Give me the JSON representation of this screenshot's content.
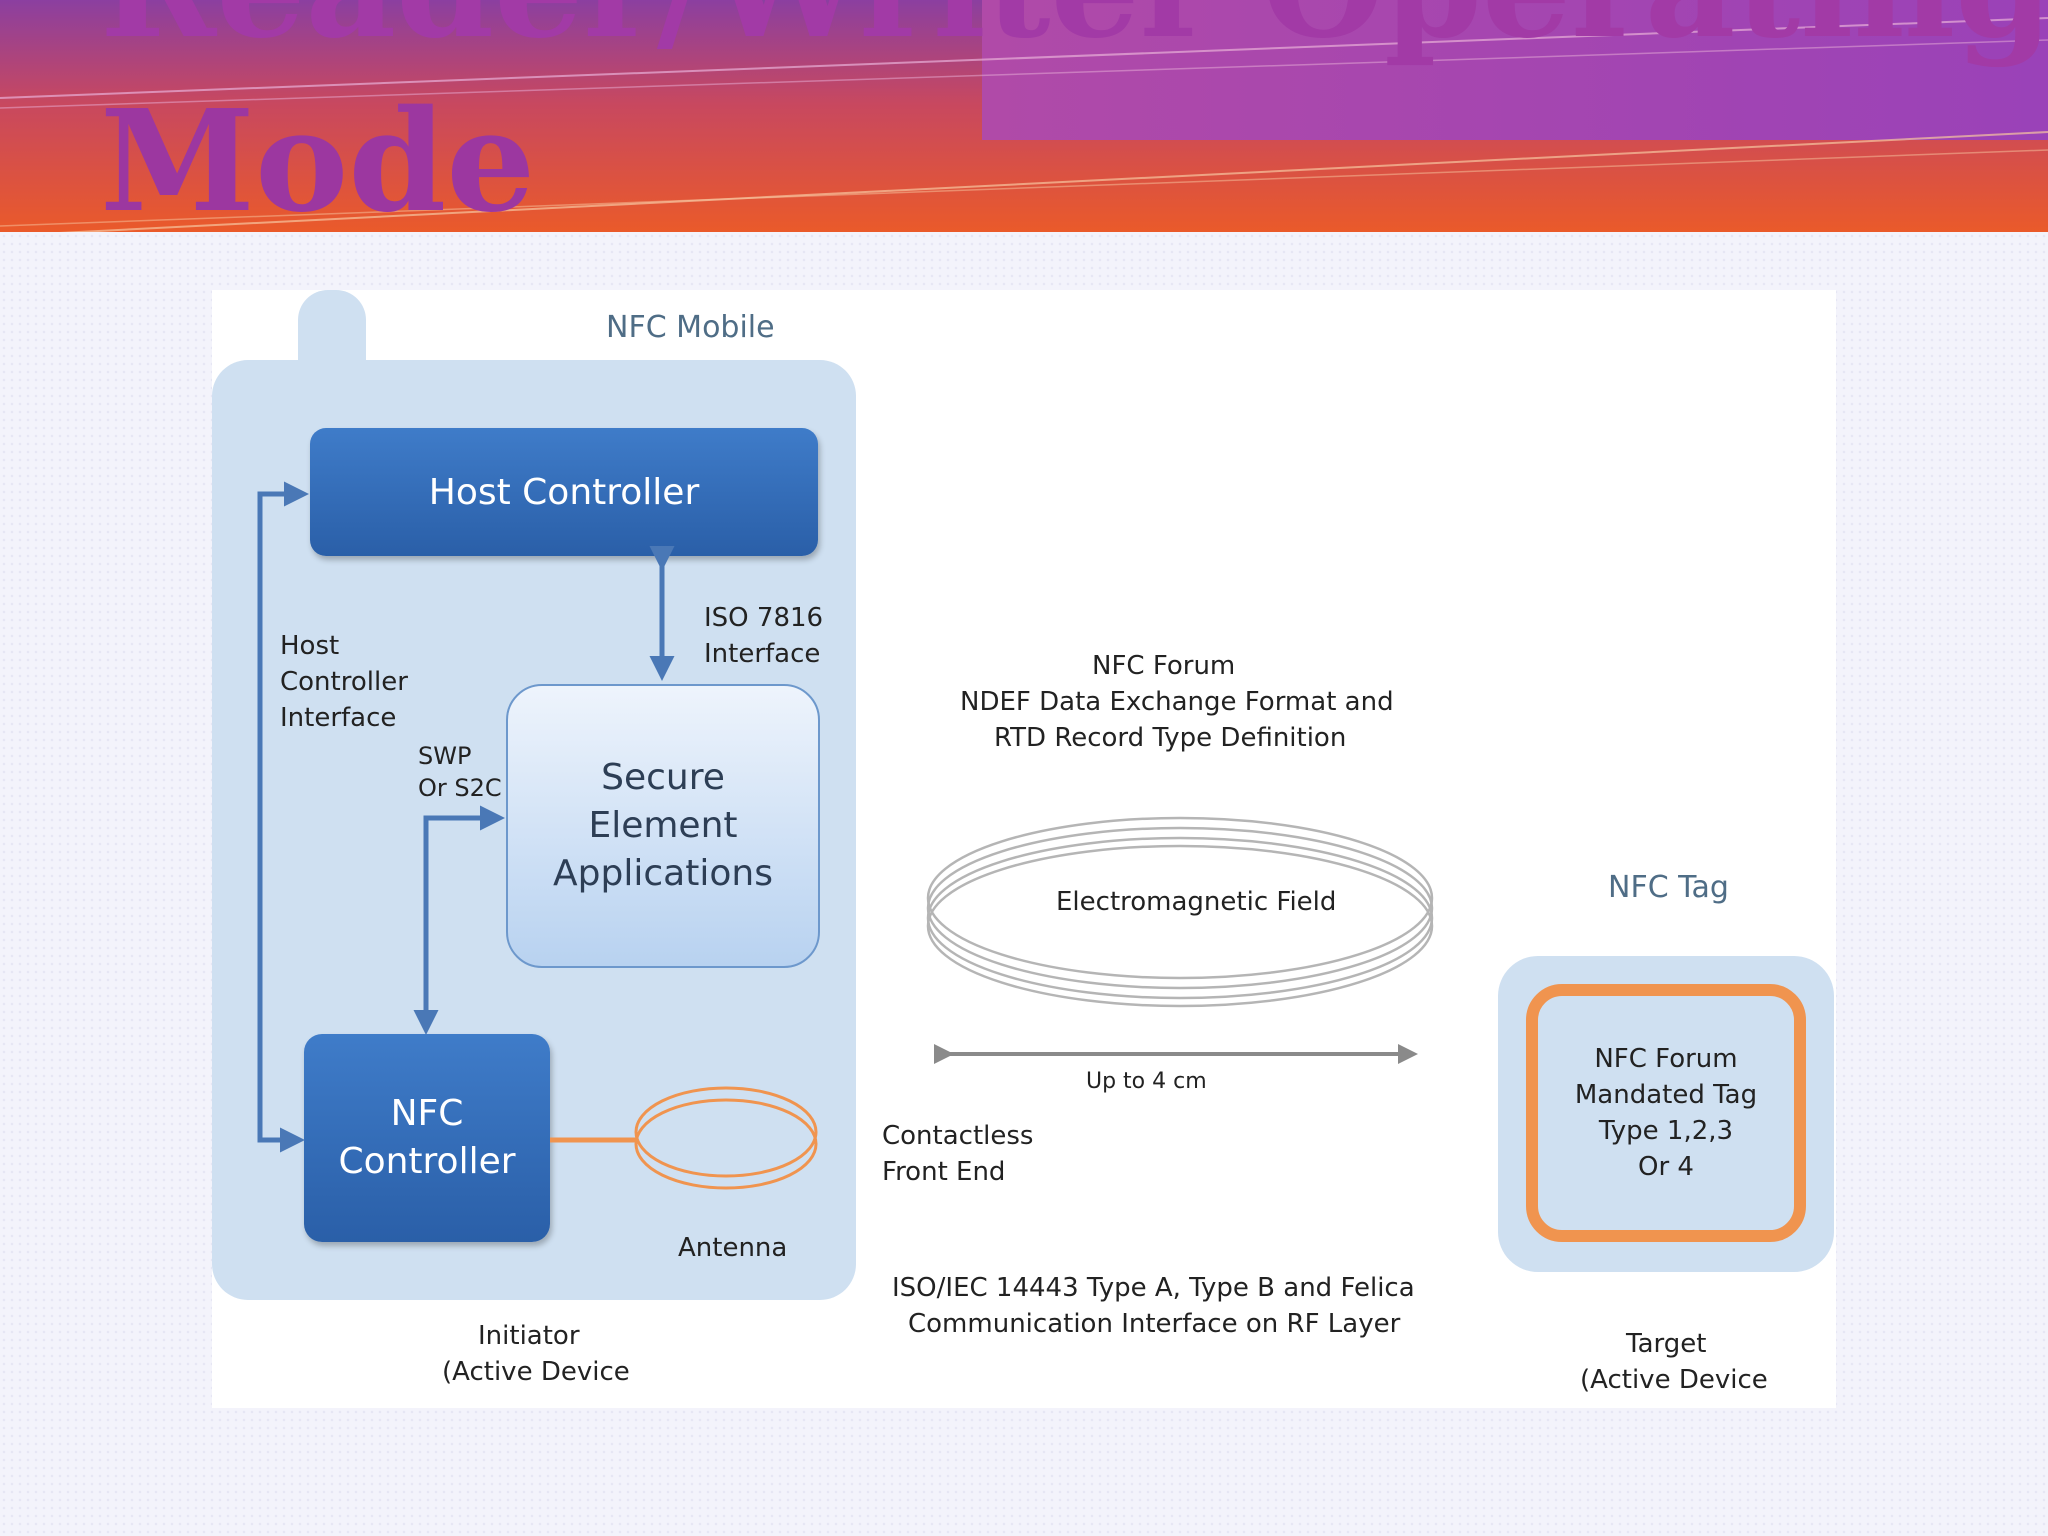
{
  "slide": {
    "title_line1": "Reader/Writer Operating",
    "title_line2": "Mode"
  },
  "colors": {
    "block_blue": "#2f69b3",
    "phone_body": "#cfe0f1",
    "antenna_orange": "#f0944f",
    "header_orange": "#ea5a2a",
    "header_purple": "#9a42b8"
  },
  "diagram": {
    "nfc_mobile_label": "NFC Mobile",
    "host_controller": "Host Controller",
    "iso7816_line1": "ISO 7816",
    "iso7816_line2": "Interface",
    "hci_line1": "Host",
    "hci_line2": "Controller",
    "hci_line3": "Interface",
    "swp_line1": "SWP",
    "swp_line2": "Or S2C",
    "se_line1": "Secure",
    "se_line2": "Element",
    "se_line3": "Applications",
    "nfc_controller_line1": "NFC",
    "nfc_controller_line2": "Controller",
    "antenna": "Antenna",
    "initiator_line1": "Initiator",
    "initiator_line2": "(Active Device",
    "forum_line1": "NFC Forum",
    "forum_line2": "NDEF Data Exchange Format and",
    "forum_line3": "RTD Record Type Definition",
    "em_field": "Electromagnetic Field",
    "range": "Up to 4 cm",
    "cfe_line1": "Contactless",
    "cfe_line2": "Front End",
    "iso14443_line1": "ISO/IEC 14443 Type A, Type B and Felica",
    "iso14443_line2": "Communication Interface on RF Layer",
    "nfc_tag_label": "NFC Tag",
    "tag_line1": "NFC Forum",
    "tag_line2": "Mandated Tag",
    "tag_line3": "Type 1,2,3",
    "tag_line4": "Or 4",
    "target_line1": "Target",
    "target_line2": "(Active Device"
  }
}
